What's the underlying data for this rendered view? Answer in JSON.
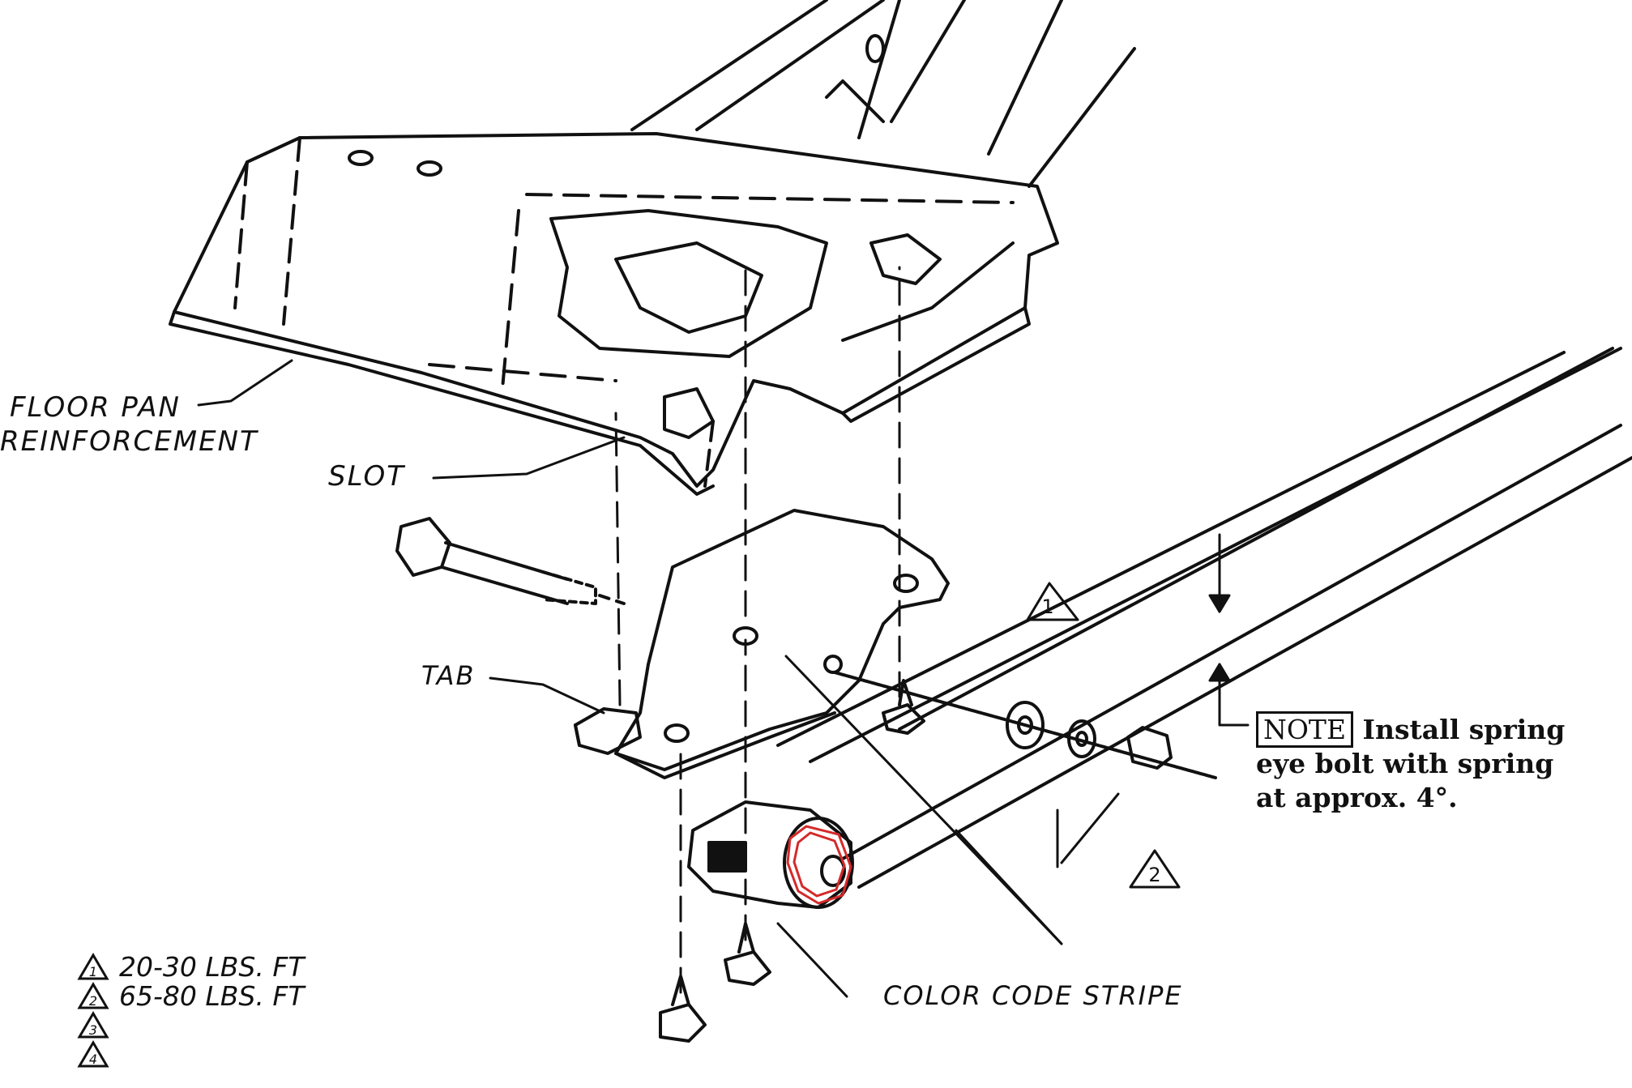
{
  "labels": {
    "floor_pan_1": "FLOOR PAN",
    "floor_pan_2": "REINFORCEMENT",
    "slot": "SLOT",
    "tab": "TAB",
    "color_code_stripe": "COLOR CODE STRIPE"
  },
  "callouts": {
    "torque_1": "1",
    "torque_2": "2"
  },
  "note": {
    "tag": "NOTE",
    "line1": "Install spring",
    "line2": "eye bolt with spring",
    "line3": "at approx. 4°."
  },
  "legend": {
    "items": [
      {
        "num": "1",
        "text": "20-30 LBS. FT"
      },
      {
        "num": "2",
        "text": "65-80 LBS. FT"
      },
      {
        "num": "3",
        "text": ""
      },
      {
        "num": "4",
        "text": ""
      }
    ]
  },
  "colors": {
    "ink": "#111111",
    "stripe": "#d42a2a"
  }
}
